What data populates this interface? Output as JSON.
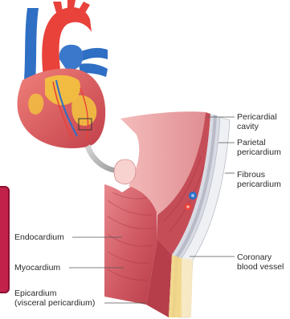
{
  "labels": {
    "pericardial_cavity": [
      "Pericardial",
      "cavity"
    ],
    "parietal_pericardium": [
      "Parietal",
      "pericardium"
    ],
    "fibrous_pericardium": [
      "Fibrous",
      "pericardium"
    ],
    "coronary_blood_vessel": [
      "Coronary",
      "blood vessel"
    ],
    "endocardium": "Endocardium",
    "myocardium": "Myocardium",
    "epicardium": [
      "Epicardium",
      "(visceral pericardium)"
    ]
  },
  "colors": {
    "myocardium": "#c8505a",
    "myocardium_light": "#e8868c",
    "endocardium_surface": "#f3b8b6",
    "fat": "#f2c040",
    "aorta": "#e8423a",
    "vena_cava": "#2f6fc4",
    "pericardium_grey": "#b9bcc8",
    "accent_tab": "#c2214a"
  }
}
